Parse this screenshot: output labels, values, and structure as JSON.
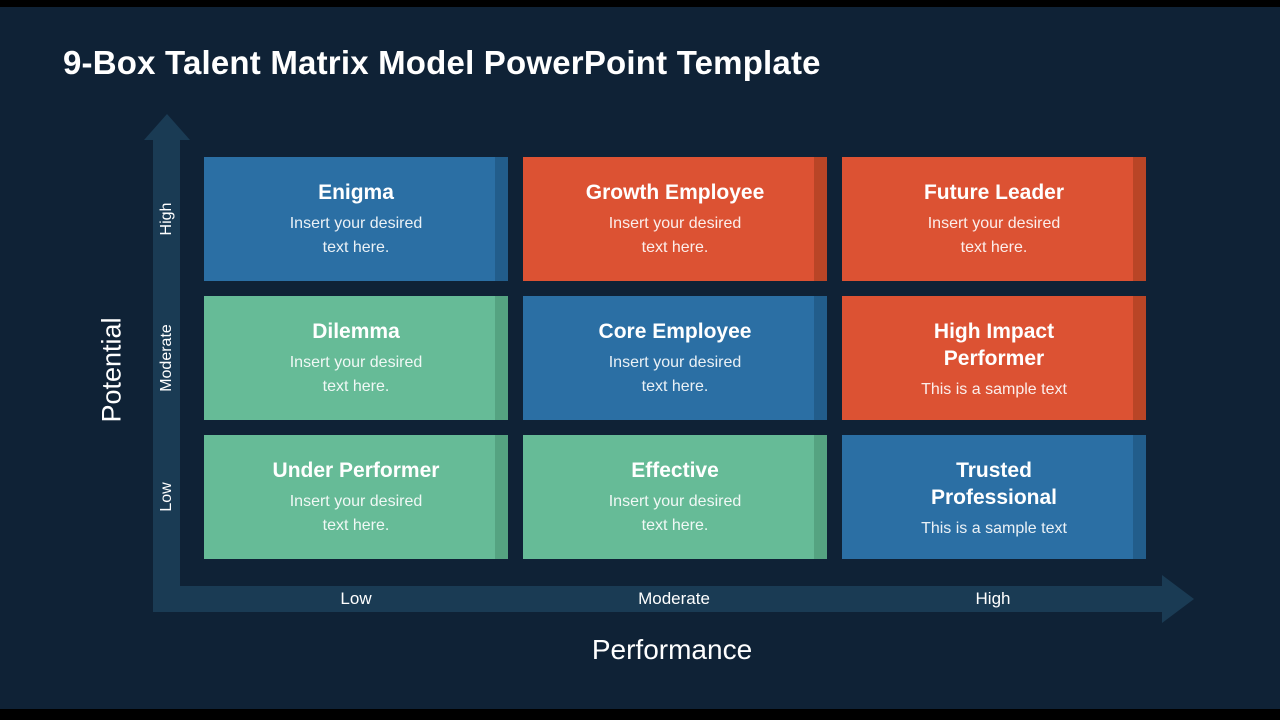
{
  "slide": {
    "title": "9-Box Talent Matrix Model PowerPoint Template"
  },
  "colors": {
    "background": "#0f2236",
    "axis": "#1a3b54",
    "blue": "#2b6fa4",
    "orange": "#dc5233",
    "green": "#66bb97"
  },
  "y_axis": {
    "label": "Potential",
    "ticks": [
      "High",
      "Moderate",
      "Low"
    ]
  },
  "x_axis": {
    "label": "Performance",
    "ticks": [
      "Low",
      "Moderate",
      "High"
    ]
  },
  "cells": [
    {
      "title": "Enigma",
      "body": "Insert your desired\ntext here.",
      "color": "#2b6fa4"
    },
    {
      "title": "Growth Employee",
      "body": "Insert your desired\ntext here.",
      "color": "#dc5233"
    },
    {
      "title": "Future Leader",
      "body": "Insert your desired\ntext here.",
      "color": "#dc5233"
    },
    {
      "title": "Dilemma",
      "body": "Insert your desired\ntext here.",
      "color": "#66bb97"
    },
    {
      "title": "Core Employee",
      "body": "Insert your desired\ntext here.",
      "color": "#2b6fa4"
    },
    {
      "title": "High Impact\nPerformer",
      "body": "This is a sample text",
      "color": "#dc5233"
    },
    {
      "title": "Under Performer",
      "body": "Insert your desired\ntext here.",
      "color": "#66bb97"
    },
    {
      "title": "Effective",
      "body": "Insert your desired\ntext here.",
      "color": "#66bb97"
    },
    {
      "title": "Trusted\nProfessional",
      "body": "This is a sample text",
      "color": "#2b6fa4"
    }
  ]
}
